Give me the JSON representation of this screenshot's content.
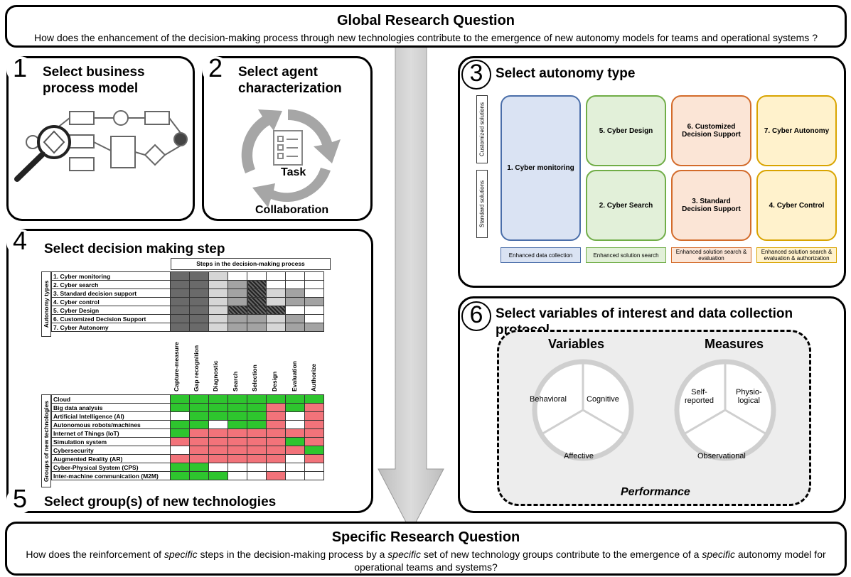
{
  "global": {
    "title": "Global Research Question",
    "text": "How does the enhancement of the decision-making process through new technologies contribute to the emergence of new autonomy models for teams and operational systems ?"
  },
  "steps": {
    "s1": {
      "num": "1",
      "title": "Select business process model"
    },
    "s2": {
      "num": "2",
      "title": "Select agent characterization",
      "task": "Task",
      "collab": "Collaboration"
    },
    "s3": {
      "num": "3",
      "title": "Select autonomy type"
    },
    "s4": {
      "num": "4",
      "title": "Select decision making step"
    },
    "s5": {
      "num": "5",
      "title": "Select group(s) of new technologies"
    },
    "s6": {
      "num": "6",
      "title": "Select variables of interest and data collection protocol"
    }
  },
  "autonomy": {
    "side_top": "Customized solutions",
    "side_bottom": "Standard solutions",
    "tiles": {
      "t1": "1. Cyber monitoring",
      "t2": "2. Cyber Search",
      "t3": "3. Standard Decision Support",
      "t4": "4. Cyber Control",
      "t5": "5. Cyber Design",
      "t6": "6. Customized Decision Support",
      "t7": "7. Cyber Autonomy"
    },
    "labels": {
      "l1": "Enhanced data collection",
      "l2": "Enhanced solution search",
      "l3": "Enhanced solution search & evaluation",
      "l4": "Enhanced solution search & evaluation & authorization"
    },
    "colors": {
      "blue": "#dae3f3",
      "blue_border": "#4a6ea9",
      "green": "#e2f0d9",
      "green_border": "#70ad47",
      "orange": "#fbe5d6",
      "orange_border": "#d36b2a",
      "yellow": "#fff2cc",
      "yellow_border": "#d9a400"
    }
  },
  "table": {
    "header": "Steps in the decision-making process",
    "autonomy_group": "Autonomy types",
    "tech_group": "Groups of new technologies",
    "columns": [
      "Capture-measure",
      "Gap recognition",
      "Diagnostic",
      "Search",
      "Selection",
      "Design",
      "Evaluation",
      "Authorize"
    ],
    "autonomy_rows": [
      {
        "label": "1. Cyber monitoring",
        "cells": [
          "dk",
          "dk",
          "lt",
          "w",
          "w",
          "w",
          "w",
          "w"
        ]
      },
      {
        "label": "2. Cyber search",
        "cells": [
          "dk",
          "dk",
          "lt",
          "md",
          "hatch",
          "w",
          "w",
          "w"
        ]
      },
      {
        "label": "3. Standard decision support",
        "cells": [
          "dk",
          "dk",
          "lt",
          "md",
          "hatch",
          "lt",
          "md",
          "w"
        ]
      },
      {
        "label": "4. Cyber control",
        "cells": [
          "dk",
          "dk",
          "lt",
          "md",
          "hatch",
          "lt",
          "md",
          "md"
        ]
      },
      {
        "label": "5. Cyber Design",
        "cells": [
          "dk",
          "dk",
          "lt",
          "hatch",
          "hatch",
          "hatch",
          "w",
          "w"
        ]
      },
      {
        "label": "6. Customized Decision Support",
        "cells": [
          "dk",
          "dk",
          "lt",
          "md",
          "md",
          "lt",
          "md",
          "w"
        ]
      },
      {
        "label": "7. Cyber Autonomy",
        "cells": [
          "dk",
          "dk",
          "lt",
          "md",
          "md",
          "lt",
          "md",
          "md"
        ]
      }
    ],
    "tech_rows": [
      {
        "label": "Cloud",
        "cells": [
          "g",
          "g",
          "g",
          "g",
          "g",
          "g",
          "g",
          "g"
        ]
      },
      {
        "label": "Big data analysis",
        "cells": [
          "g",
          "g",
          "g",
          "g",
          "g",
          "r",
          "g",
          "r"
        ]
      },
      {
        "label": "Artificial Intelligence (AI)",
        "cells": [
          "w",
          "g",
          "g",
          "g",
          "g",
          "r",
          "w",
          "r"
        ]
      },
      {
        "label": "Autonomous robots/machines",
        "cells": [
          "g",
          "g",
          "w",
          "g",
          "g",
          "r",
          "w",
          "r"
        ]
      },
      {
        "label": "Internet of Things (IoT)",
        "cells": [
          "g",
          "r",
          "r",
          "r",
          "r",
          "r",
          "r",
          "r"
        ]
      },
      {
        "label": "Simulation system",
        "cells": [
          "r",
          "r",
          "r",
          "r",
          "r",
          "r",
          "g",
          "r"
        ]
      },
      {
        "label": "Cybersecurity",
        "cells": [
          "w",
          "r",
          "r",
          "r",
          "r",
          "r",
          "r",
          "g"
        ]
      },
      {
        "label": "Augmented Reality (AR)",
        "cells": [
          "r",
          "r",
          "r",
          "r",
          "r",
          "r",
          "w",
          "r"
        ]
      },
      {
        "label": "Cyber-Physical System (CPS)",
        "cells": [
          "g",
          "g",
          "w",
          "w",
          "w",
          "w",
          "w",
          "w"
        ]
      },
      {
        "label": "Inter-machine communication (M2M)",
        "cells": [
          "g",
          "g",
          "g",
          "w",
          "w",
          "r",
          "w",
          "w"
        ]
      }
    ]
  },
  "variables": {
    "left_title": "Variables",
    "right_title": "Measures",
    "left": {
      "a": "Behavioral",
      "b": "Cognitive",
      "c": "Affective"
    },
    "right": {
      "a": "Self-\nreported",
      "b": "Physio-\nlogical",
      "c": "Observational"
    },
    "footer": "Performance"
  },
  "specific": {
    "title": "Specific Research Question",
    "text_a": "How does the reinforcement of ",
    "em1": "specific",
    "text_b": " steps in the decision-making process by a ",
    "em2": "specific",
    "text_c": " set of new technology groups contribute to the emergence of a ",
    "em3": "specific",
    "text_d": " autonomy model for operational teams and systems?"
  }
}
